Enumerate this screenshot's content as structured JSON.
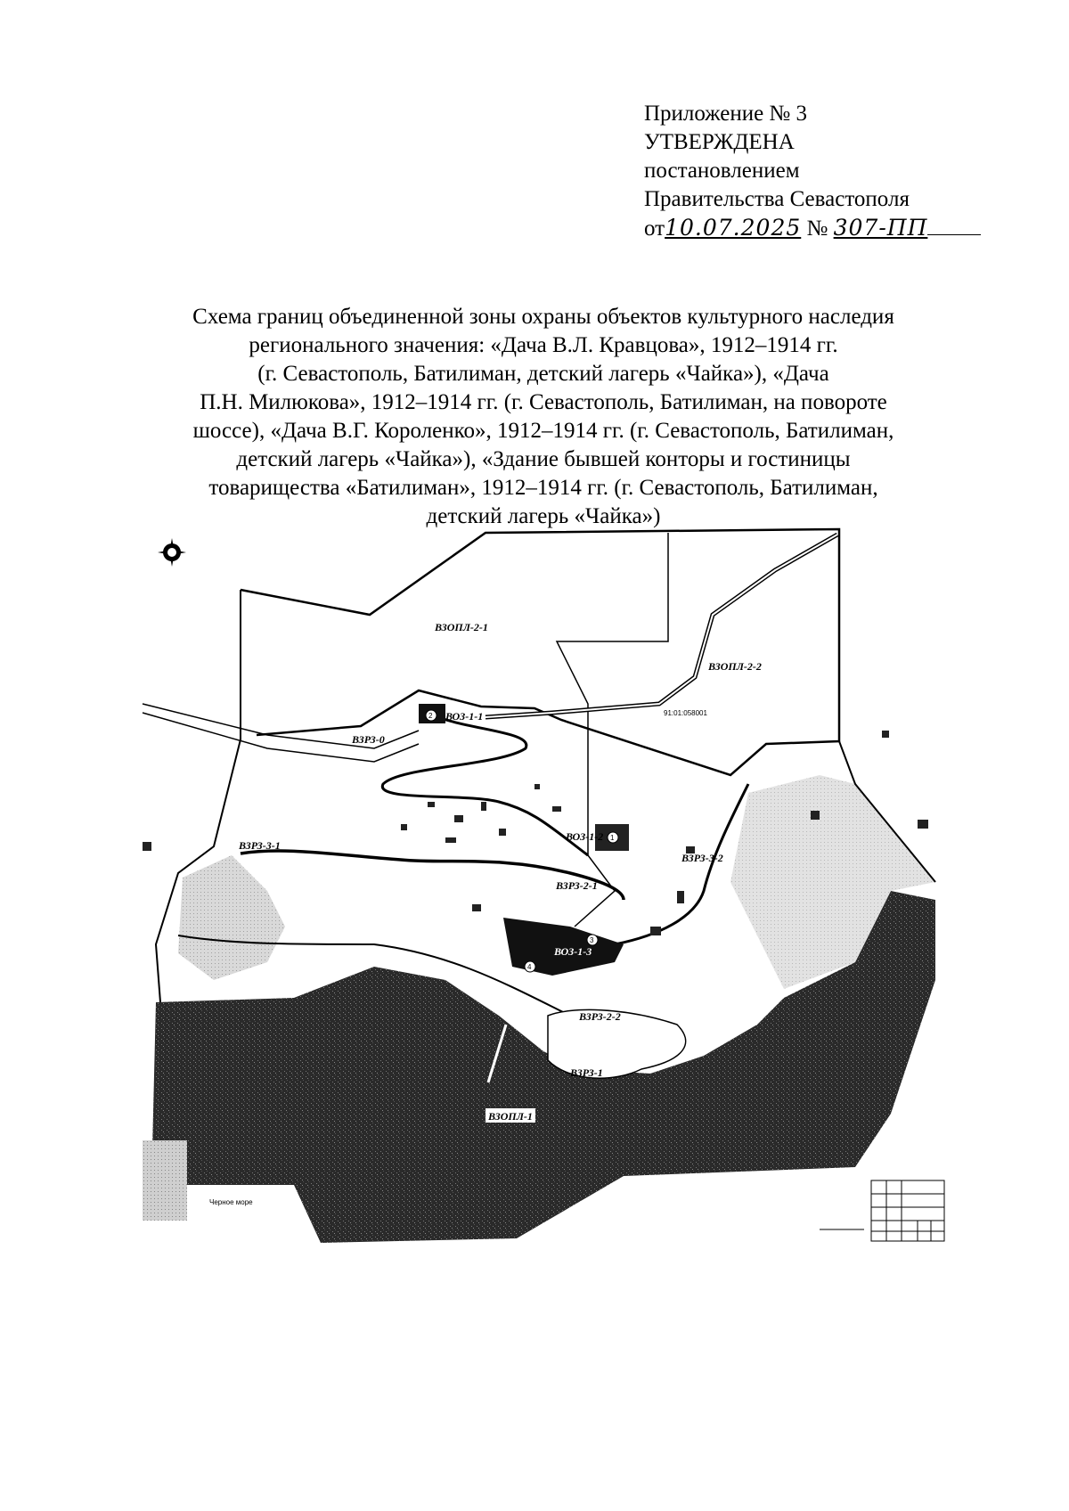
{
  "approval": {
    "line1": "Приложение № 3",
    "line2": "УТВЕРЖДЕНА",
    "line3": "постановлением",
    "line4": "Правительства Севастополя",
    "date_prefix": "от",
    "date": "10.07.2025",
    "number_prefix": "№",
    "number": "307-ПП"
  },
  "title": {
    "lines": [
      "Схема границ объединенной зоны охраны объектов культурного наследия",
      "регионального значения: «Дача В.Л. Кравцова», 1912–1914 гг.",
      "(г. Севастополь, Батилиман, детский лагерь «Чайка»), «Дача",
      "П.Н. Милюкова», 1912–1914 гг. (г. Севастополь, Батилиман, на повороте",
      "шоссе), «Дача В.Г. Короленко», 1912–1914 гг. (г. Севастополь, Батилиман,",
      "детский лагерь «Чайка»), «Здание бывшей конторы и гостиницы",
      "товарищества «Батилиман», 1912–1914 гг. (г. Севастополь, Батилиман,",
      "детский лагерь «Чайка»)"
    ]
  },
  "map": {
    "zones": {
      "vzopl_2_1": "ВЗОПЛ-2-1",
      "vzopl_2_2": "ВЗОПЛ-2-2",
      "cadastral": "91:01:058001",
      "voz_1_1": "ВОЗ-1-1",
      "vzrz_0": "ВЗРЗ-0",
      "vzrz_3_1": "ВЗРЗ-3-1",
      "voz_1_2": "ВОЗ-1-2",
      "vzrz_2_1": "ВЗРЗ-2-1",
      "vzrz_3_2": "ВЗРЗ-3-2",
      "voz_1_3": "ВОЗ-1-3",
      "vzrz_2_2": "ВЗРЗ-2-2",
      "vzrz_1": "ВЗРЗ-1",
      "vzopl_1": "ВЗОПЛ-1"
    },
    "markers": [
      "1",
      "2",
      "3",
      "4"
    ],
    "sea_label": "Черное море",
    "compass_icon": "compass-rose-icon"
  }
}
